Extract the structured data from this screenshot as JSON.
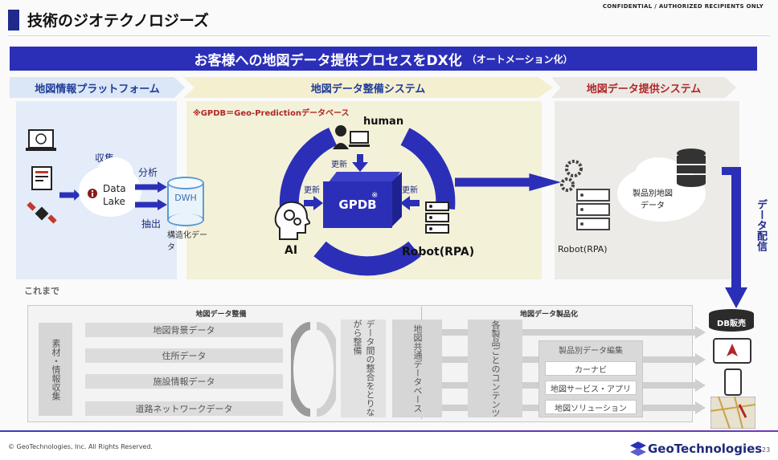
{
  "header": {
    "title": "技術のジオテクノロジーズ",
    "confidential": "CONFIDENTIAL / AUTHORIZED RECIPIENTS ONLY"
  },
  "banner": {
    "main": "お客様への地図データ提供プロセスをDX化",
    "sub": "（オートメーション化）"
  },
  "stages": {
    "platform": "地図情報プラットフォーム",
    "maintenance": "地図データ整備システム",
    "delivery": "地図データ提供システム"
  },
  "platform": {
    "collect": "収集",
    "datalake_line1": "Data",
    "datalake_line2": "Lake",
    "analyze": "分析",
    "extract": "抽出",
    "dwh": "DWH",
    "structured": "構造化データ"
  },
  "maintenance": {
    "note": "※GPDB＝Geo-Predictionデータベース",
    "human": "human",
    "ai": "AI",
    "robot": "Robot(RPA)",
    "update_top": "更新",
    "update_left": "更新",
    "update_right": "更新",
    "gpdb": "GPDB",
    "gpdb_mark": "※"
  },
  "delivery": {
    "product_map": "製品別地図データ",
    "robot": "Robot(RPA)",
    "data_delivery": "データ配信"
  },
  "legacy": {
    "label": "これまで",
    "maint_head": "地図データ整備",
    "product_head": "地図データ製品化",
    "source": "素材・情報収集",
    "items": [
      "地図背景データ",
      "住所データ",
      "施設情報データ",
      "道路ネットワークデータ"
    ],
    "align_note": "データ間の整合をとりながら整備",
    "common_db": "地図共通データベース",
    "contents": "各製品ごとのコンテンツ",
    "edit_head": "製品別データ編集",
    "products": [
      "カーナビ",
      "地図サービス・アプリ",
      "地図ソリューション"
    ],
    "db_sales": "DB販売"
  },
  "footer": {
    "copyright": "© GeoTechnologies, Inc. All Rights Reserved.",
    "logo": "GeoTechnologies",
    "page": "23"
  },
  "colors": {
    "brand_blue": "#2b2fb8",
    "accent_red": "#b02727"
  }
}
